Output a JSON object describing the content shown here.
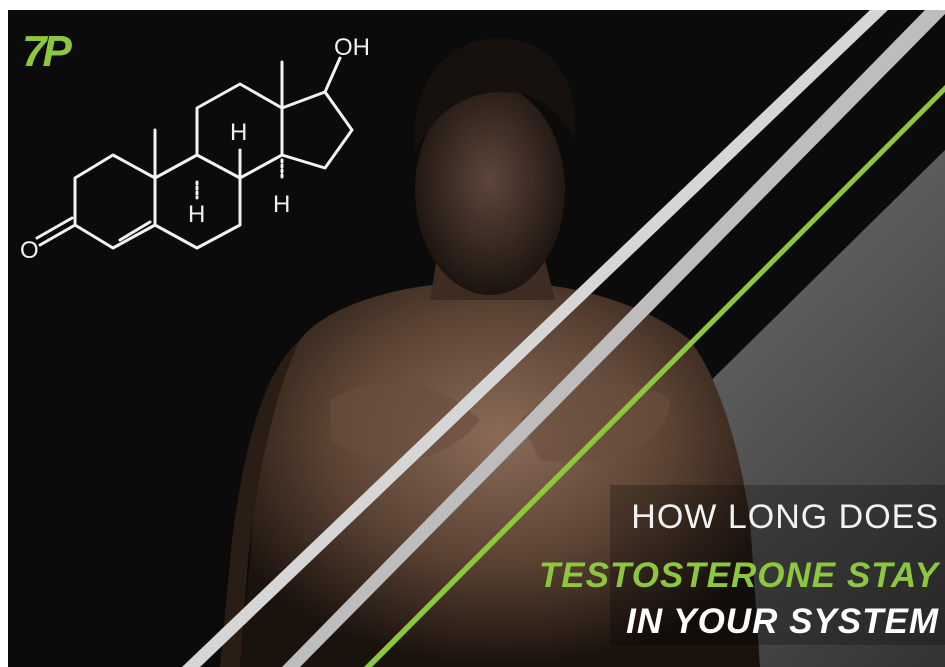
{
  "colors": {
    "accent": "#8dc63f",
    "background": "#0b0b0b",
    "stripe": "#c8c8c8"
  },
  "logo": {
    "text": "7P"
  },
  "molecule": {
    "hydroxyl_label": "OH",
    "oxygen_label": "O",
    "hydrogen_label": "H"
  },
  "headline": {
    "line1": "HOW LONG DOES",
    "line2": "TESTOSTERONE STAY",
    "line3": "IN YOUR SYSTEM"
  }
}
